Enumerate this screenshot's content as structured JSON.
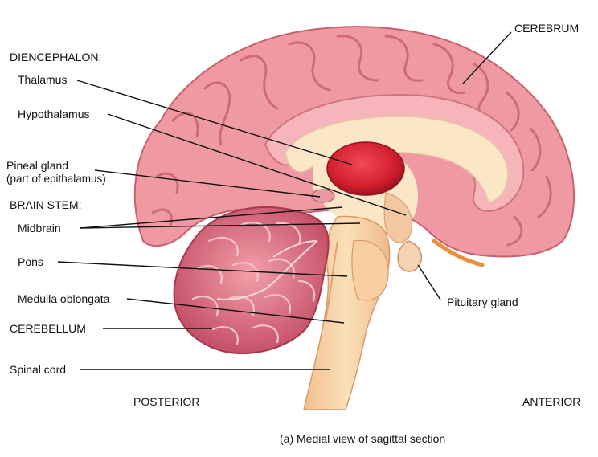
{
  "labels": {
    "cerebrum": "CEREBRUM",
    "diencephalon": "DIENCEPHALON:",
    "thalamus": "Thalamus",
    "hypothalamus": "Hypothalamus",
    "pineal_gland": "Pineal gland",
    "pineal_note": "(part of epithalamus)",
    "brain_stem": "BRAIN STEM:",
    "midbrain": "Midbrain",
    "pons": "Pons",
    "medulla": "Medulla oblongata",
    "cerebellum": "CEREBELLUM",
    "spinal_cord": "Spinal cord",
    "pituitary_gland": "Pituitary gland",
    "posterior": "POSTERIOR",
    "anterior": "ANTERIOR"
  },
  "caption": "(a) Medial view of sagittal section",
  "colors": {
    "cerebrum_fill": "#ef9aa2",
    "cerebrum_dark": "#d8707c",
    "cerebrum_light": "#f7c0c4",
    "white_matter": "#fbe6c8",
    "thalamus": "#d4202e",
    "cerebellum": "#e0707e",
    "cerebellum_dark": "#b83a55",
    "brainstem": "#f8d3a4",
    "brainstem_shade": "#f0b98a",
    "leader_line": "#111111"
  }
}
